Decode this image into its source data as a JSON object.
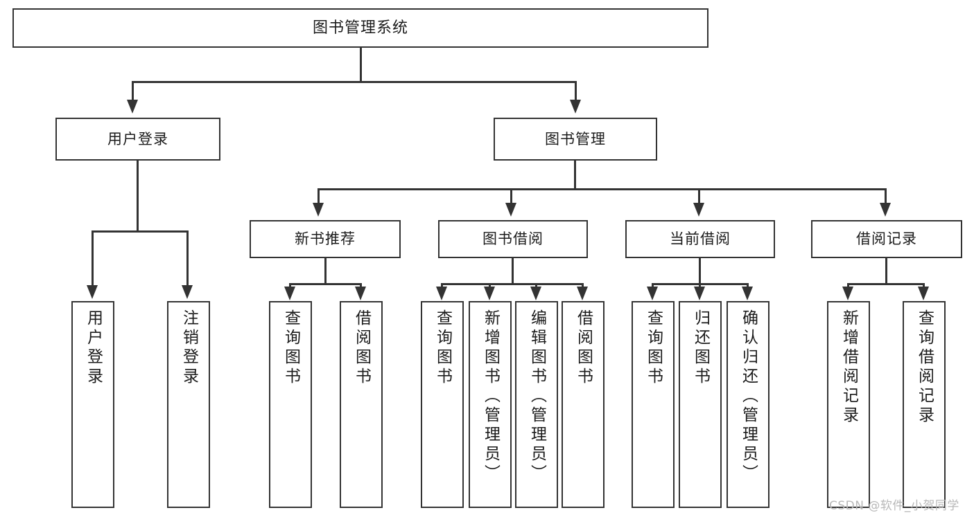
{
  "diagram": {
    "kind": "functional-structure-tree",
    "root": {
      "label": "图书管理系统"
    },
    "level1": [
      {
        "label": "用户登录"
      },
      {
        "label": "图书管理"
      }
    ],
    "level2": [
      {
        "label": "新书推荐"
      },
      {
        "label": "图书借阅"
      },
      {
        "label": "当前借阅"
      },
      {
        "label": "借阅记录"
      }
    ],
    "leaves": {
      "user_login": [
        {
          "label": "用户登录"
        },
        {
          "label": "注销登录"
        }
      ],
      "new_book_recommend": [
        {
          "label": "查询图书"
        },
        {
          "label": "借阅图书"
        }
      ],
      "book_borrow": [
        {
          "label": "查询图书"
        },
        {
          "label": "新增图书（管理员）"
        },
        {
          "label": "编辑图书（管理员）"
        },
        {
          "label": "借阅图书"
        }
      ],
      "current_borrow": [
        {
          "label": "查询图书"
        },
        {
          "label": "归还图书"
        },
        {
          "label": "确认归还（管理员）"
        }
      ],
      "borrow_record": [
        {
          "label": "新增借阅记录"
        },
        {
          "label": "查询借阅记录"
        }
      ]
    }
  },
  "watermark": {
    "text": "CSDN @软件_小贺同学"
  },
  "colors": {
    "stroke": "#333333",
    "fill": "#ffffff",
    "text": "#1b1b1b",
    "watermark": "#b8b8b8"
  }
}
